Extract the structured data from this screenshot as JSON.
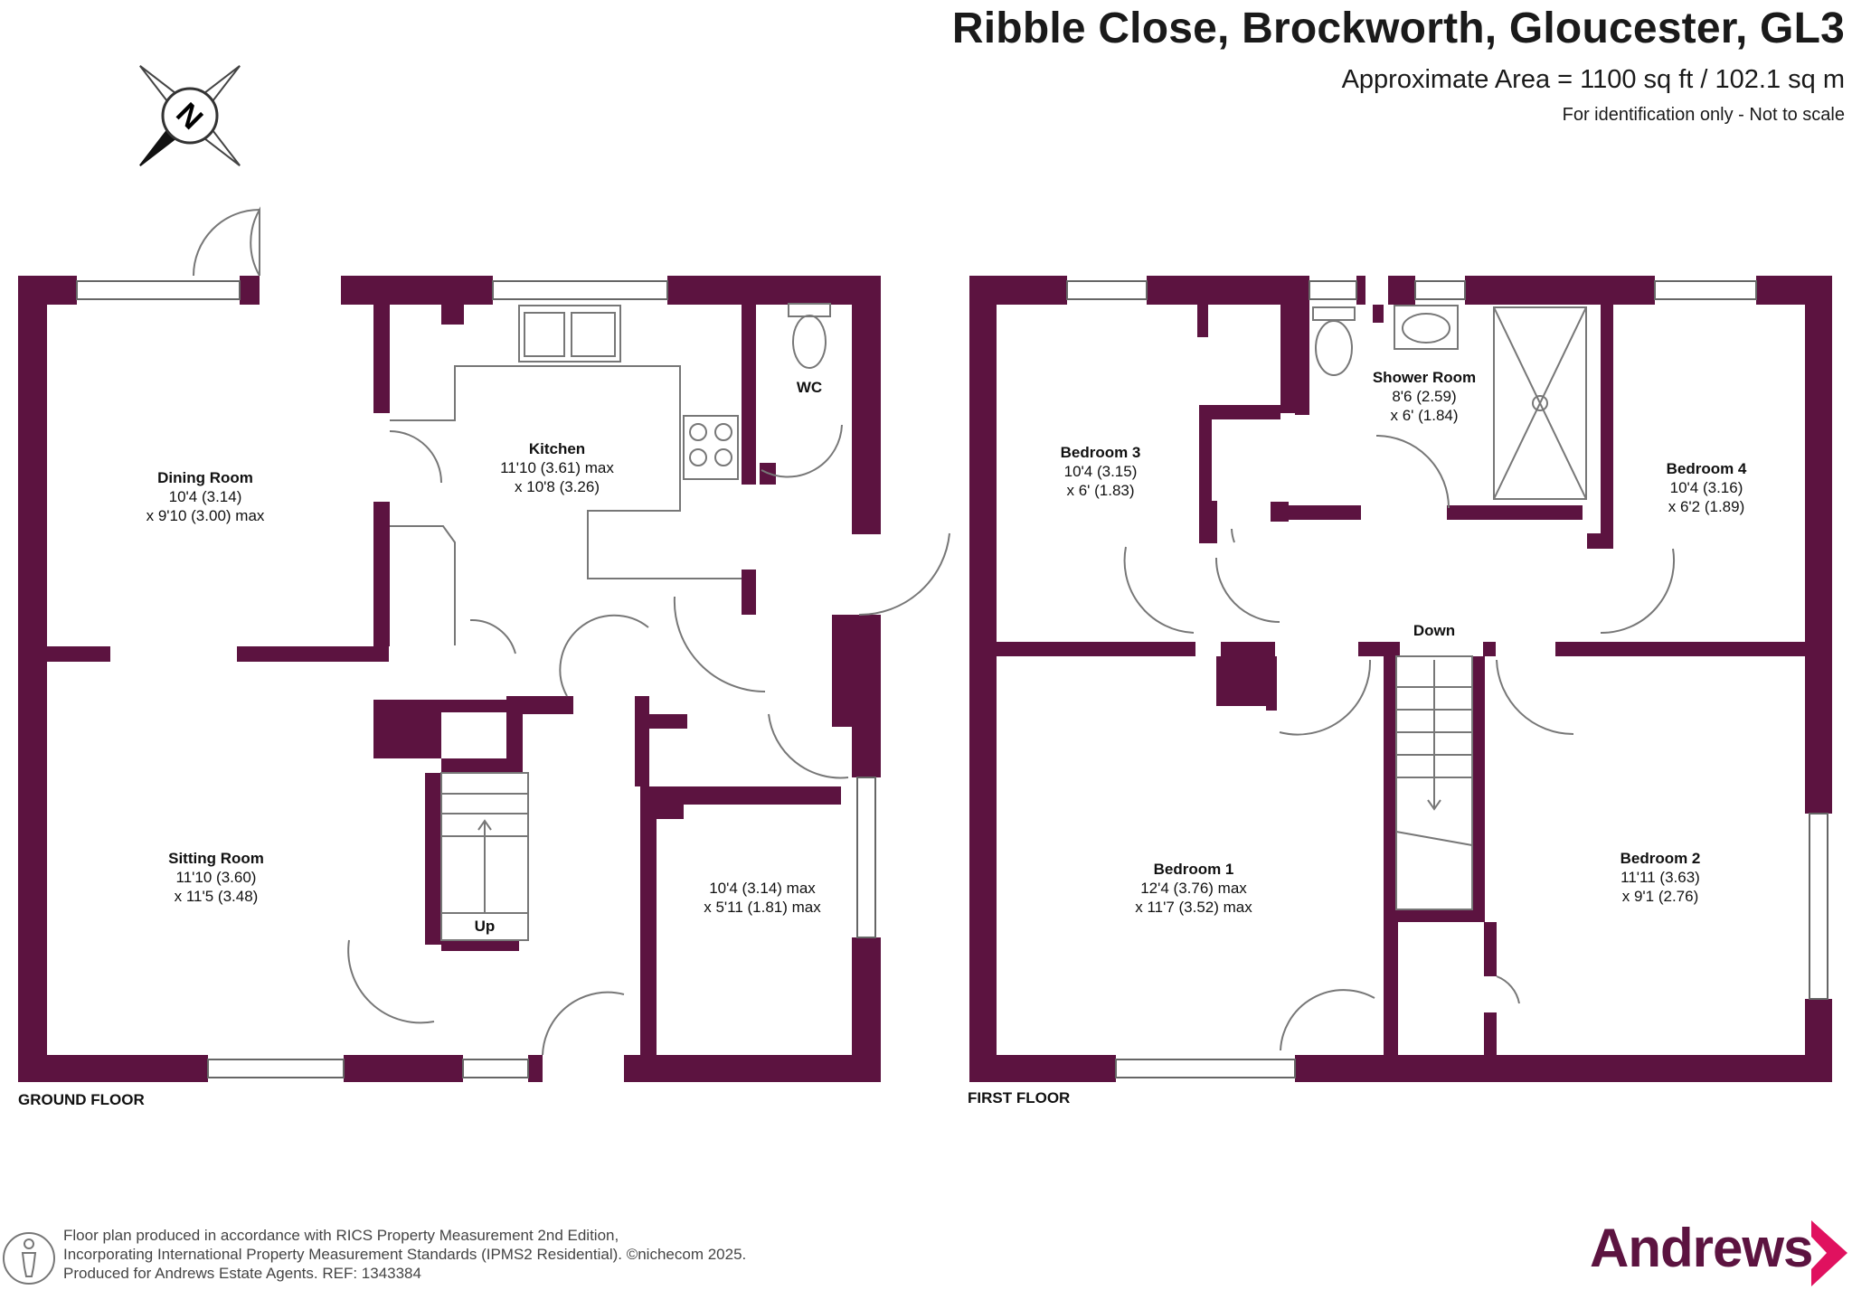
{
  "header": {
    "title": "Ribble Close, Brockworth, Gloucester, GL3",
    "area": "Approximate Area = 1100 sq ft / 102.1 sq m",
    "note": "For identification only - Not to scale"
  },
  "compass": {
    "letter": "N",
    "icon": "compass-north-icon"
  },
  "ground_floor": {
    "label": "GROUND FLOOR",
    "stairs_label": "Up",
    "rooms": [
      {
        "name": "Dining Room",
        "dim1": "10'4 (3.14)",
        "dim2": "x 9'10 (3.00) max"
      },
      {
        "name": "Kitchen",
        "dim1": "11'10 (3.61) max",
        "dim2": "x 10'8 (3.26)"
      },
      {
        "name": "WC",
        "dim1": "",
        "dim2": ""
      },
      {
        "name": "Sitting Room",
        "dim1": "11'10 (3.60)",
        "dim2": "x 11'5 (3.48)"
      },
      {
        "name": "",
        "dim1": "10'4 (3.14) max",
        "dim2": "x 5'11 (1.81) max"
      }
    ]
  },
  "first_floor": {
    "label": "FIRST FLOOR",
    "stairs_label": "Down",
    "rooms": [
      {
        "name": "Bedroom 3",
        "dim1": "10'4 (3.15)",
        "dim2": "x 6' (1.83)"
      },
      {
        "name": "Shower Room",
        "dim1": "8'6 (2.59)",
        "dim2": "x 6' (1.84)"
      },
      {
        "name": "Bedroom 4",
        "dim1": "10'4 (3.16)",
        "dim2": "x 6'2 (1.89)"
      },
      {
        "name": "Bedroom 1",
        "dim1": "12'4 (3.76) max",
        "dim2": "x 11'7 (3.52) max"
      },
      {
        "name": "Bedroom 2",
        "dim1": "11'11 (3.63)",
        "dim2": "x 9'1 (2.76)"
      }
    ]
  },
  "footer": {
    "line1": "Floor plan produced in accordance with RICS Property Measurement 2nd Edition,",
    "line2": "Incorporating International Property Measurement Standards (IPMS2 Residential).   ©nichecom 2025.",
    "line3": "Produced for Andrews Estate Agents.   REF: 1343384",
    "person_icon": "person-icon"
  },
  "brand": {
    "name": "Andrews",
    "icon": "chevron-right-icon"
  },
  "colors": {
    "wall": "#5c1340",
    "text": "#1a1a1a",
    "brand": "#5c1340"
  }
}
